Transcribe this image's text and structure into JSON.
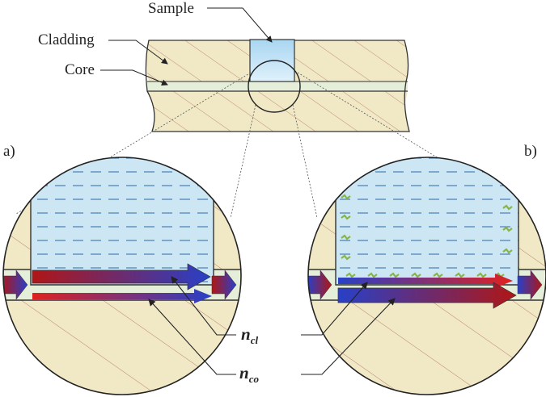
{
  "labels": {
    "sample": "Sample",
    "cladding": "Cladding",
    "core": "Core",
    "panel_a": "a)",
    "panel_b": "b)",
    "n_cl": {
      "base": "n",
      "sub": "cl"
    },
    "n_co": {
      "base": "n",
      "sub": "co"
    }
  },
  "colors": {
    "cladding_fill": "#f1e9c5",
    "core_fill": "#e4eed9",
    "hatch": "#b98272",
    "sample_fill": "#cde6f4",
    "sample_dash": "#2d6ba6",
    "outline": "#333333",
    "arrow_red": "#b01616",
    "arrow_blue": "#2840c8",
    "molecule_green": "#86b44a"
  },
  "icons": {
    "panel_a_top_arrow": "arrow-right-red-to-blue",
    "panel_a_bottom_arrow": "arrow-right-red-to-blue",
    "panel_b_top_arrow": "arrow-right-blue-to-red",
    "panel_b_bottom_arrow": "arrow-right-blue-to-red",
    "panel_b_surface": "bound-molecules-icon"
  }
}
